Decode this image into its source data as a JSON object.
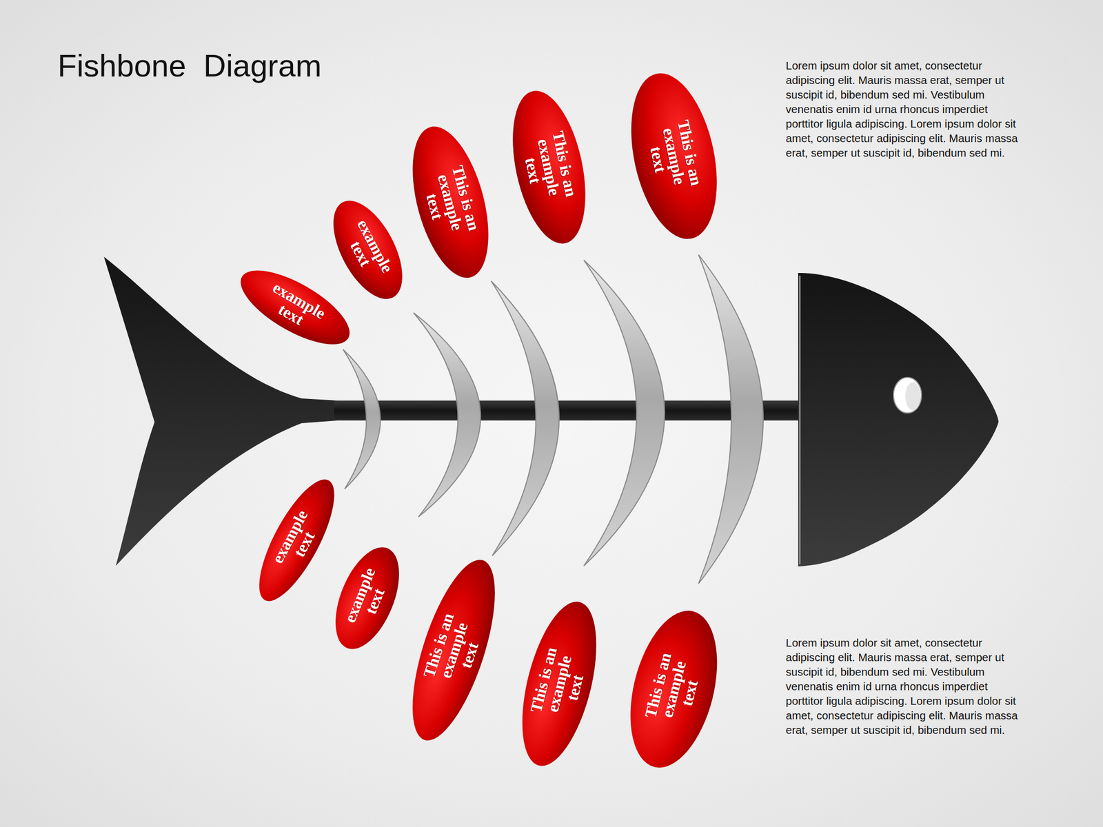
{
  "diagram": {
    "title": "Fishbone  Diagram",
    "nodes": [
      {
        "text": [
          "example text"
        ]
      },
      {
        "text": [
          "example text"
        ]
      },
      {
        "text": [
          "This is an example text"
        ]
      },
      {
        "text": [
          "This is an example text"
        ]
      },
      {
        "text": [
          "This is an example text"
        ]
      },
      {
        "text": [
          "example text"
        ]
      },
      {
        "text": [
          "example text"
        ]
      },
      {
        "text": [
          "This is an example text"
        ]
      },
      {
        "text": [
          "This is an example text"
        ]
      },
      {
        "text": [
          "This is an example text"
        ]
      }
    ],
    "labels": [
      "Lorem ipsum dolor sit amet, consectetur adipiscing elit. Mauris massa erat, semper ut suscipit id, bibendum sed mi. Vestibulum venenatis enim id urna rhoncus imperdiet porttitor ligula adipiscing. Lorem ipsum dolor sit amet, consectetur adipiscing elit. Mauris massa erat, semper ut suscipit id, bibendum sed mi.",
      "Lorem ipsum dolor sit amet, consectetur adipiscing elit. Mauris massa erat, semper ut suscipit id, bibendum sed mi. Vestibulum venenatis enim id urna rhoncus imperdiet porttitor ligula adipiscing. Lorem ipsum dolor sit amet, consectetur adipiscing elit. Mauris massa erat, semper ut suscipit id, bibendum sed mi."
    ]
  }
}
